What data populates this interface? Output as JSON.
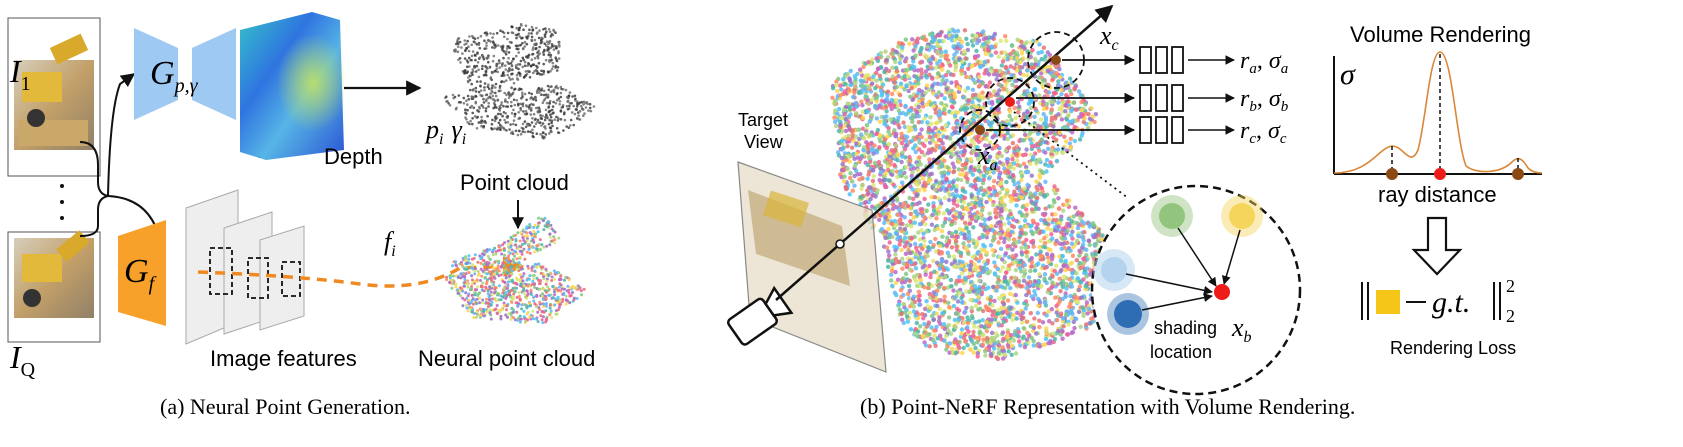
{
  "panel_a": {
    "caption": "(a) Neural Point Generation.",
    "input_label_top": "I",
    "input_label_top_sub": "1",
    "input_label_bottom": "I",
    "input_label_bottom_sub": "Q",
    "geo_net_label": "G",
    "geo_net_sub": "p,γ",
    "feat_net_label": "G",
    "feat_net_sub": "f",
    "depth_label": "Depth",
    "point_vars": "p",
    "point_vars_sub": "i",
    "point_vars2": "γ",
    "point_vars2_sub": "i",
    "point_cloud_label": "Point cloud",
    "feature_var": "f",
    "feature_var_sub": "i",
    "image_features_label": "Image features",
    "neural_cloud_label": "Neural point cloud"
  },
  "panel_b": {
    "caption": "(b) Point-NeRF Representation with Volume Rendering.",
    "target_view_label": [
      "Target",
      "View"
    ],
    "ray_point_c": "x",
    "ray_point_c_sub": "c",
    "ray_point_a": "x",
    "ray_point_a_sub": "a",
    "outputs": [
      {
        "r": "r",
        "r_sub": "a",
        "s": "σ",
        "s_sub": "a"
      },
      {
        "r": "r",
        "r_sub": "b",
        "s": "σ",
        "s_sub": "b"
      },
      {
        "r": "r",
        "r_sub": "c",
        "s": "σ",
        "s_sub": "c"
      }
    ],
    "shading_label": [
      "shading",
      "location"
    ],
    "shading_var": "x",
    "shading_var_sub": "b",
    "volume_title": "Volume Rendering",
    "sigma_axis": "σ",
    "ray_distance_label": "ray distance",
    "loss_gt": "g.t.",
    "loss_sup": "2",
    "loss_sub": "2",
    "rendering_loss_label": "Rendering Loss"
  },
  "colors": {
    "blue_net": "#9ec9f2",
    "orange_net": "#f7a12b",
    "dashed_arrow": "#ef8a22",
    "curve": "#d9883a",
    "red_point": "#ee1b1b",
    "brown_point": "#8b4a14",
    "loss_square": "#f5c518",
    "green_node": "#93c47d",
    "yellow_node": "#f6d55c",
    "lightblue_node": "#b4d3ee",
    "darkblue_node": "#2e6db3"
  }
}
